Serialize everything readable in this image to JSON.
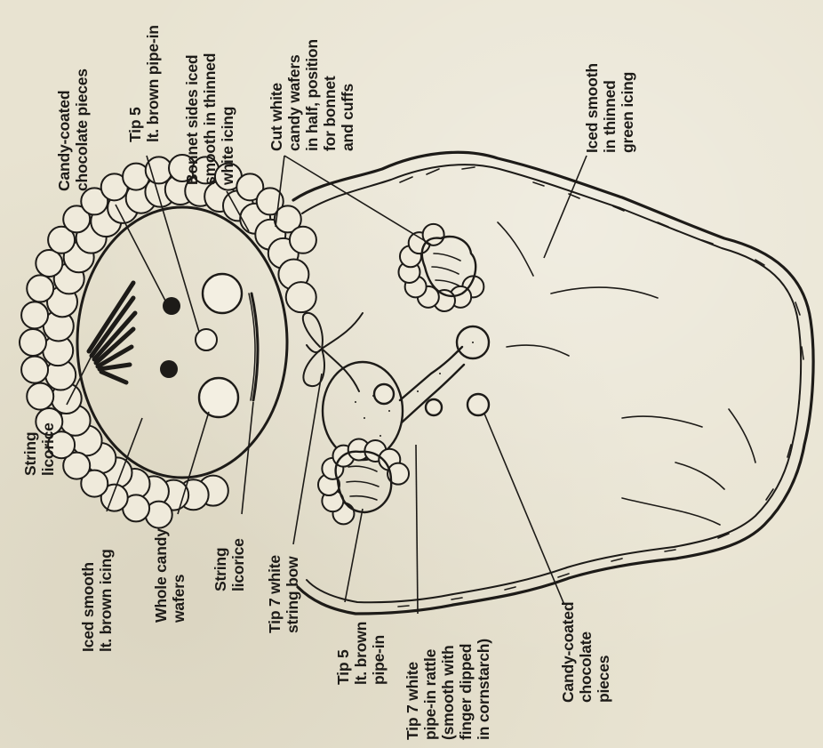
{
  "colors": {
    "paper": "#e8e3d1",
    "ink": "#1d1b18"
  },
  "labels": {
    "string_licorice_top": [
      "String",
      "licorice"
    ],
    "iced_smooth_brown": [
      "Iced smooth",
      "lt. brown icing"
    ],
    "whole_candy_wafers": [
      "Whole candy",
      "wafers"
    ],
    "string_licorice_bottom": [
      "String",
      "licorice"
    ],
    "tip7_string_bow": [
      "Tip 7 white",
      "string bow"
    ],
    "tip5_brown_pipein_bottom": [
      "Tip 5",
      "lt. brown",
      "pipe-in"
    ],
    "tip7_pipein_rattle": [
      "Tip 7 white",
      "pipe-in rattle",
      "(smooth with",
      "finger dipped",
      "in cornstarch)"
    ],
    "candy_chocolate_bottom": [
      "Candy-coated",
      "chocolate",
      "pieces"
    ],
    "candy_chocolate_top": [
      "Candy-coated",
      "chocolate pieces"
    ],
    "tip5_brown_pipein_top": [
      "Tip 5",
      "lt. brown pipe-in"
    ],
    "bonnet_sides": [
      "Bonnet sides iced",
      "smooth in thinned",
      "white icing"
    ],
    "cut_white_wafers": [
      "Cut white",
      "candy wafers",
      "in half, position",
      "for bonnet",
      "and cuffs"
    ],
    "iced_smooth_green": [
      "Iced smooth",
      "in thinned",
      "green icing"
    ]
  }
}
